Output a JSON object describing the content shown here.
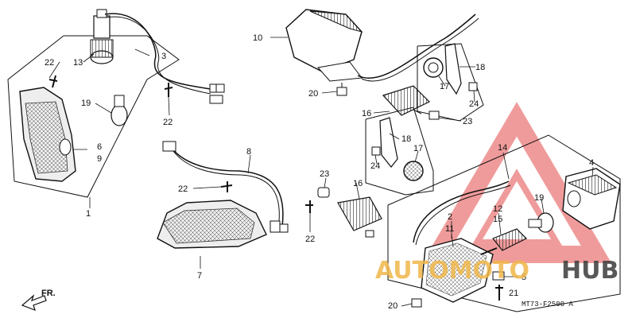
{
  "diagram": {
    "drawing_code": "MT73-F2500 A",
    "direction_label": "FR.",
    "watermark": {
      "part1": "AUTOMOTO",
      "part2": "HUB",
      "accent_color": "#f0b74a",
      "dark_color": "#3b3b3b",
      "triangle_color": "#e54b4b"
    },
    "callouts": {
      "c1": "1",
      "c2": "2",
      "c3": "3",
      "c4": "4",
      "c5": "5",
      "c6": "6",
      "c7": "7",
      "c8": "8",
      "c9": "9",
      "c10": "10",
      "c11": "11",
      "c12": "12",
      "c13": "13",
      "c14": "14",
      "c15": "15",
      "c16a": "16",
      "c16b": "16",
      "c17a": "17",
      "c17b": "17",
      "c18a": "18",
      "c18b": "18",
      "c19a": "19",
      "c19b": "19",
      "c20a": "20",
      "c20b": "20",
      "c21": "21",
      "c22a": "22",
      "c22b": "22",
      "c22c": "22",
      "c22d": "22",
      "c23a": "23",
      "c23b": "23",
      "c24a": "24",
      "c24b": "24"
    }
  }
}
